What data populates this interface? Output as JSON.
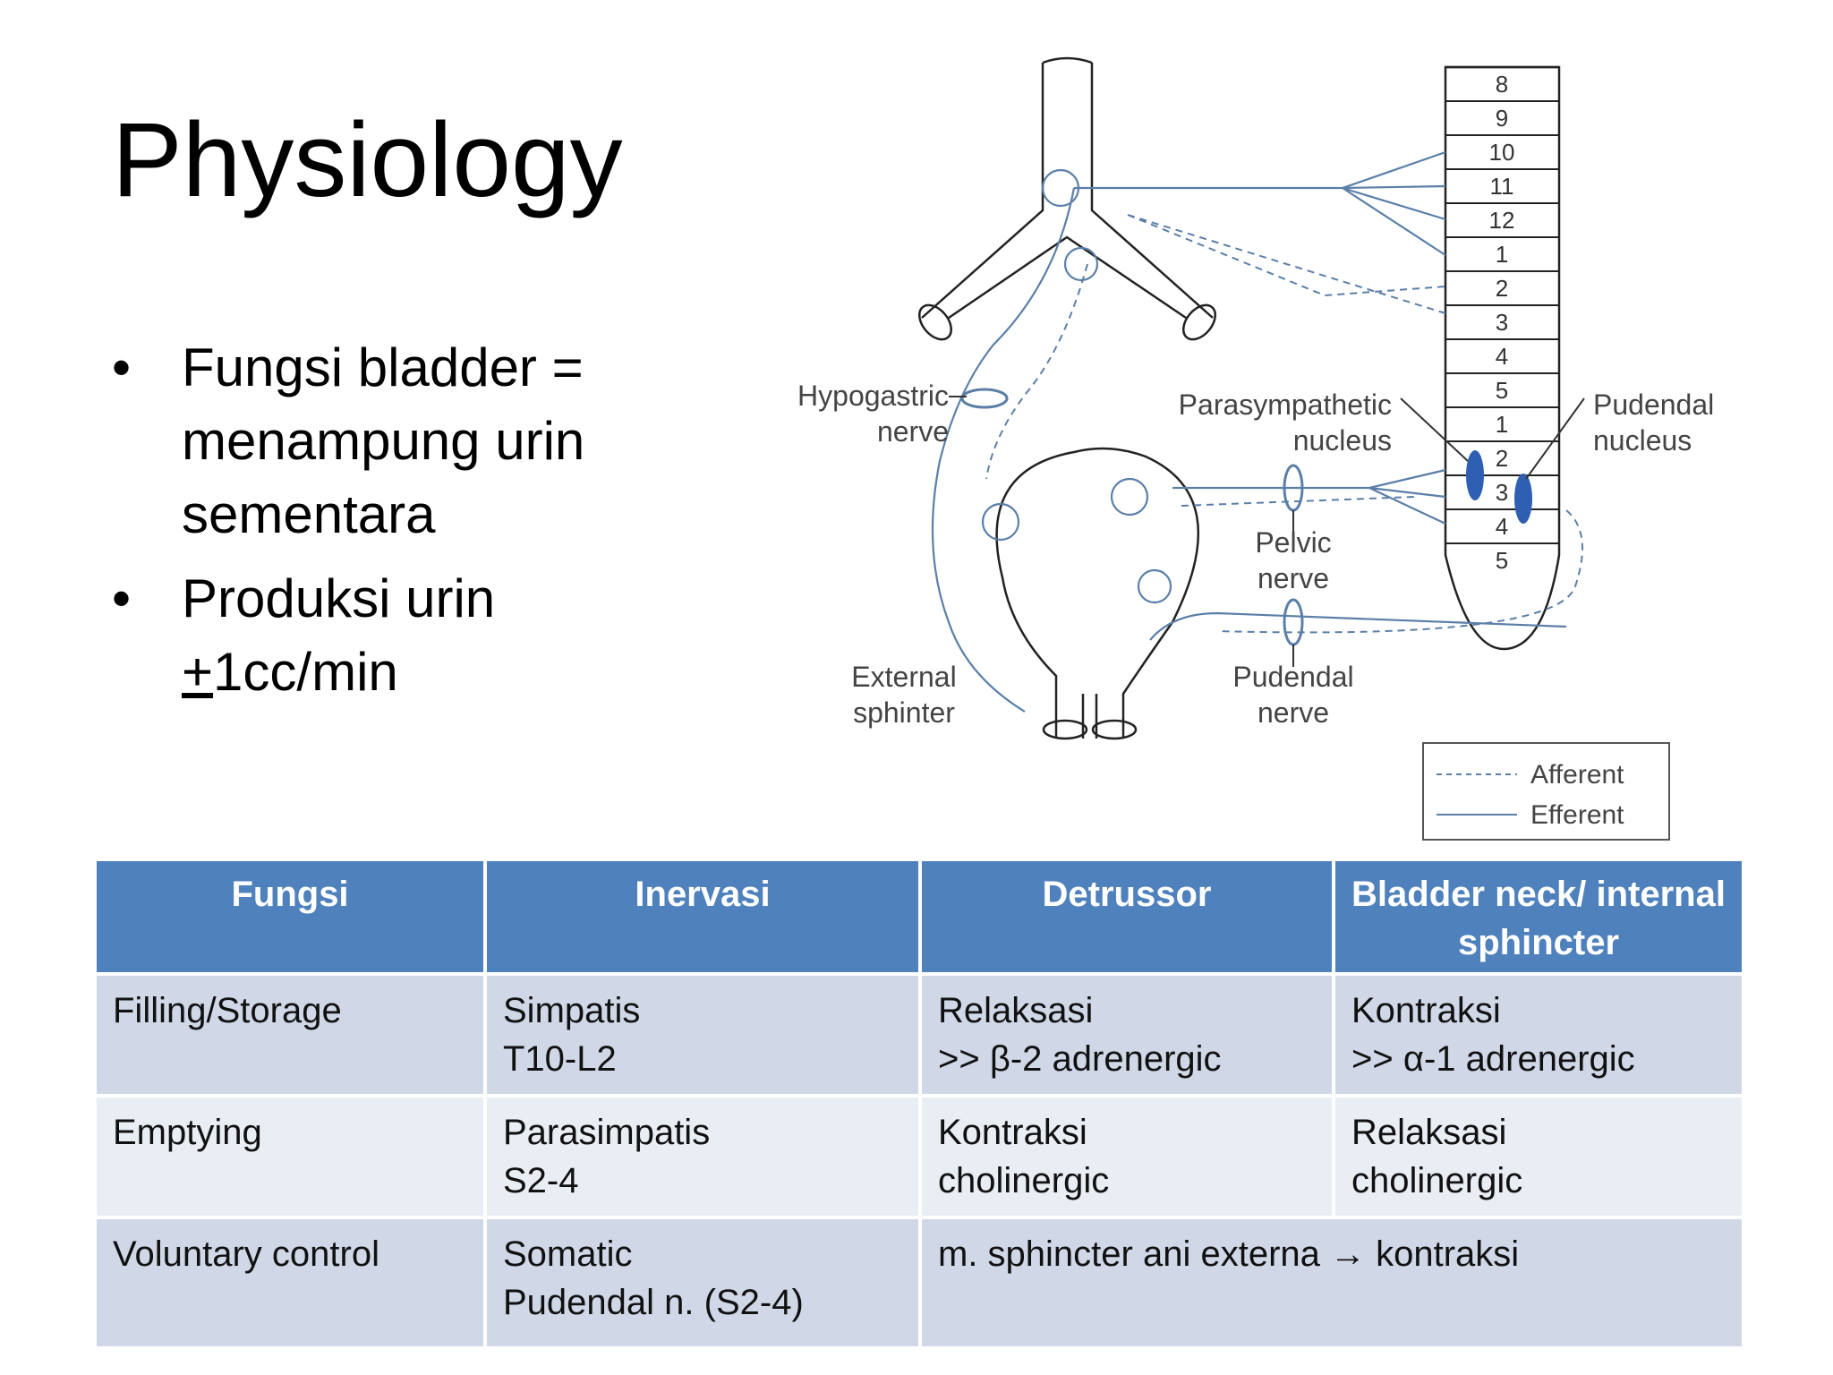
{
  "slide": {
    "title": "Physiology",
    "bullets": [
      {
        "lines": [
          "Fungsi bladder =",
          "menampung urin",
          "sementara"
        ]
      },
      {
        "lines_pre": "Produksi urin",
        "plusminus": "+",
        "rest": "1cc/min"
      }
    ]
  },
  "diagram": {
    "labels": {
      "hypogastric": [
        "Hypogastric",
        "nerve"
      ],
      "parasympathetic": [
        "Parasympathetic",
        "nucleus"
      ],
      "pudendal_nucleus": [
        "Pudendal",
        "nucleus"
      ],
      "pelvic": [
        "Pelvic",
        "nerve"
      ],
      "external": [
        "External",
        "sphinter"
      ],
      "pudendal_nerve": [
        "Pudendal",
        "nerve"
      ]
    },
    "segments": [
      "8",
      "9",
      "10",
      "11",
      "12",
      "1",
      "2",
      "3",
      "4",
      "5",
      "1",
      "2",
      "3",
      "4",
      "5"
    ],
    "legend": {
      "afferent": "Afferent",
      "efferent": "Efferent"
    },
    "colors": {
      "line": "#5b7fa8",
      "nucleus": "#2f5fb3"
    }
  },
  "table": {
    "headers": [
      "Fungsi",
      "Inervasi",
      "Detrussor",
      "Bladder neck/ internal sphincter"
    ],
    "rows": [
      {
        "fungsi": "Filling/Storage",
        "inervasi": [
          "Simpatis",
          "T10-L2"
        ],
        "detrussor": [
          "Relaksasi",
          ">> β-2 adrenergic"
        ],
        "neck": [
          "Kontraksi",
          ">> α-1 adrenergic"
        ]
      },
      {
        "fungsi": "Emptying",
        "inervasi": [
          "Parasimpatis",
          "S2-4"
        ],
        "detrussor": [
          "Kontraksi",
          "cholinergic"
        ],
        "neck": [
          "Relaksasi",
          "cholinergic"
        ]
      },
      {
        "fungsi": "Voluntary control",
        "inervasi": [
          "Somatic",
          "Pudendal n. (S2-4)"
        ],
        "merged": "m. sphincter ani externa → kontraksi"
      }
    ],
    "colors": {
      "header": "#4f81bd",
      "row_dark": "#d0d8e8",
      "row_light": "#e9edf4"
    }
  }
}
